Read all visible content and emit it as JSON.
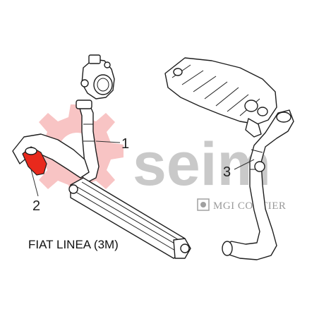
{
  "diagram": {
    "caption": "FIAT LINEA (3M)",
    "callouts": [
      {
        "id": "1",
        "text": "1"
      },
      {
        "id": "2",
        "text": "2"
      },
      {
        "id": "3",
        "text": "3"
      }
    ],
    "watermark": {
      "logo_text": "seim",
      "brand_text": "MGI COUTIER",
      "gear_color": "#f8c4c4",
      "logo_color": "#c9c9c9"
    },
    "highlight_color": "#e8291c"
  }
}
